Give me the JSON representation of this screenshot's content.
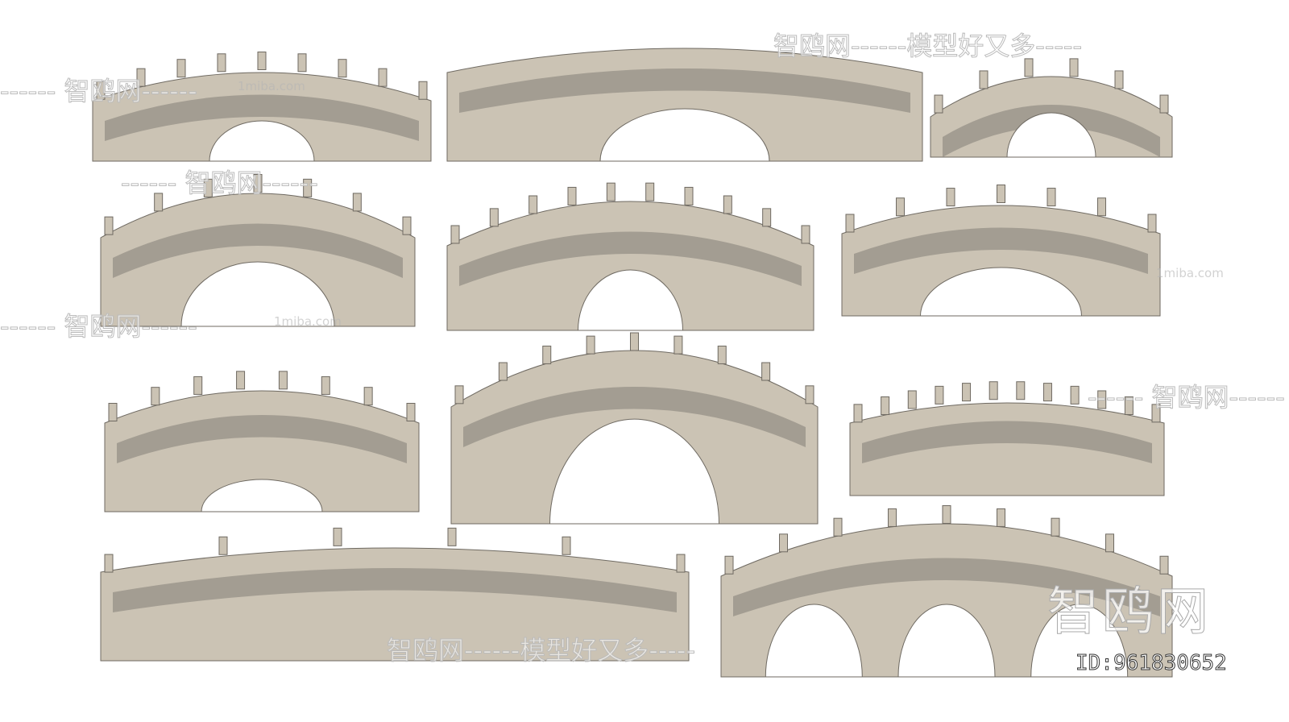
{
  "colors": {
    "stone": "#cbc3b4",
    "stone_dark": "#a39d92",
    "outline": "#6f6a62",
    "hole": "#ffffff"
  },
  "bridge_count": 11,
  "watermarks": {
    "brand_big": "智鸥网",
    "id_label": "ID:961830652",
    "tagline": "智鸥网------模型好又多-----",
    "brand_line": "------ 智鸥网------",
    "site": "1miba.com"
  }
}
